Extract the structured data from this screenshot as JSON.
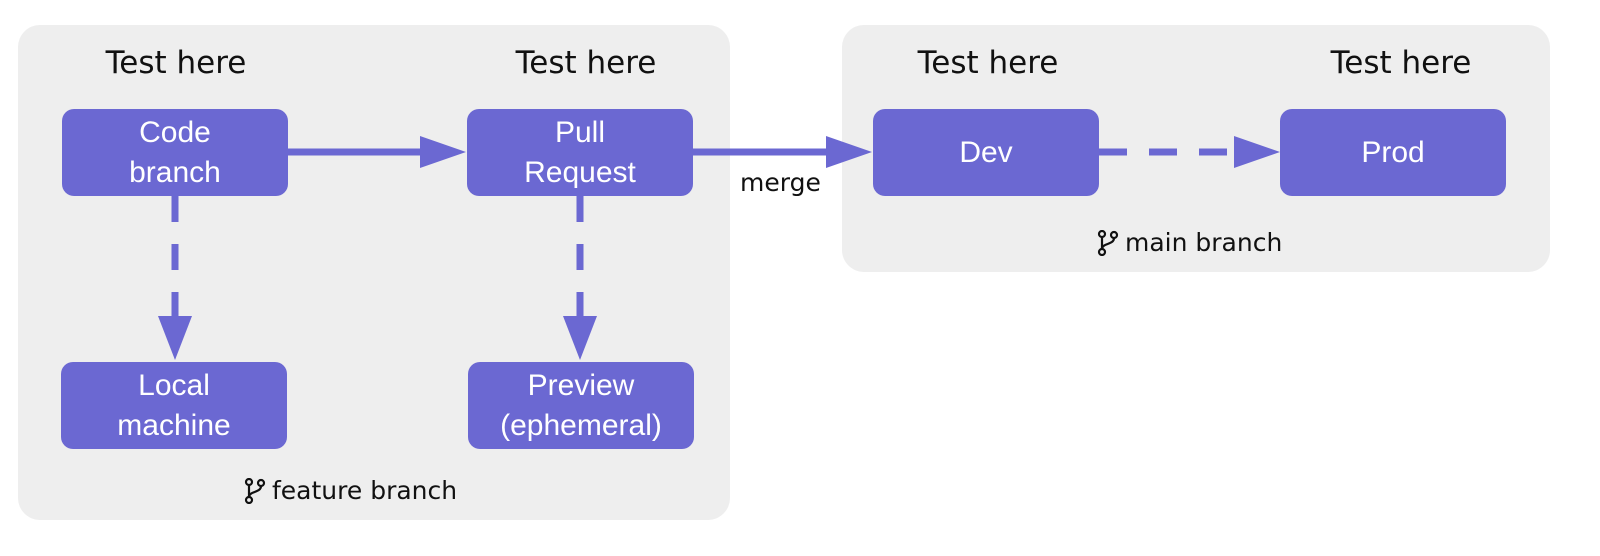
{
  "colors": {
    "node_fill": "#6b68d2",
    "edge": "#6b68d2",
    "group_fill": "#eeeeee",
    "text": "#111111"
  },
  "groups": {
    "feature": {
      "caption": "feature branch",
      "icon": "git-branch-icon"
    },
    "main": {
      "caption": "main branch",
      "icon": "git-branch-icon"
    }
  },
  "headings": [
    "Test here",
    "Test here",
    "Test here",
    "Test here"
  ],
  "nodes": {
    "code_branch": "Code\nbranch",
    "pull_request": "Pull\nRequest",
    "local_machine": "Local\nmachine",
    "preview": "Preview\n(ephemeral)",
    "dev": "Dev",
    "prod": "Prod"
  },
  "edges": {
    "merge_label": "merge"
  }
}
